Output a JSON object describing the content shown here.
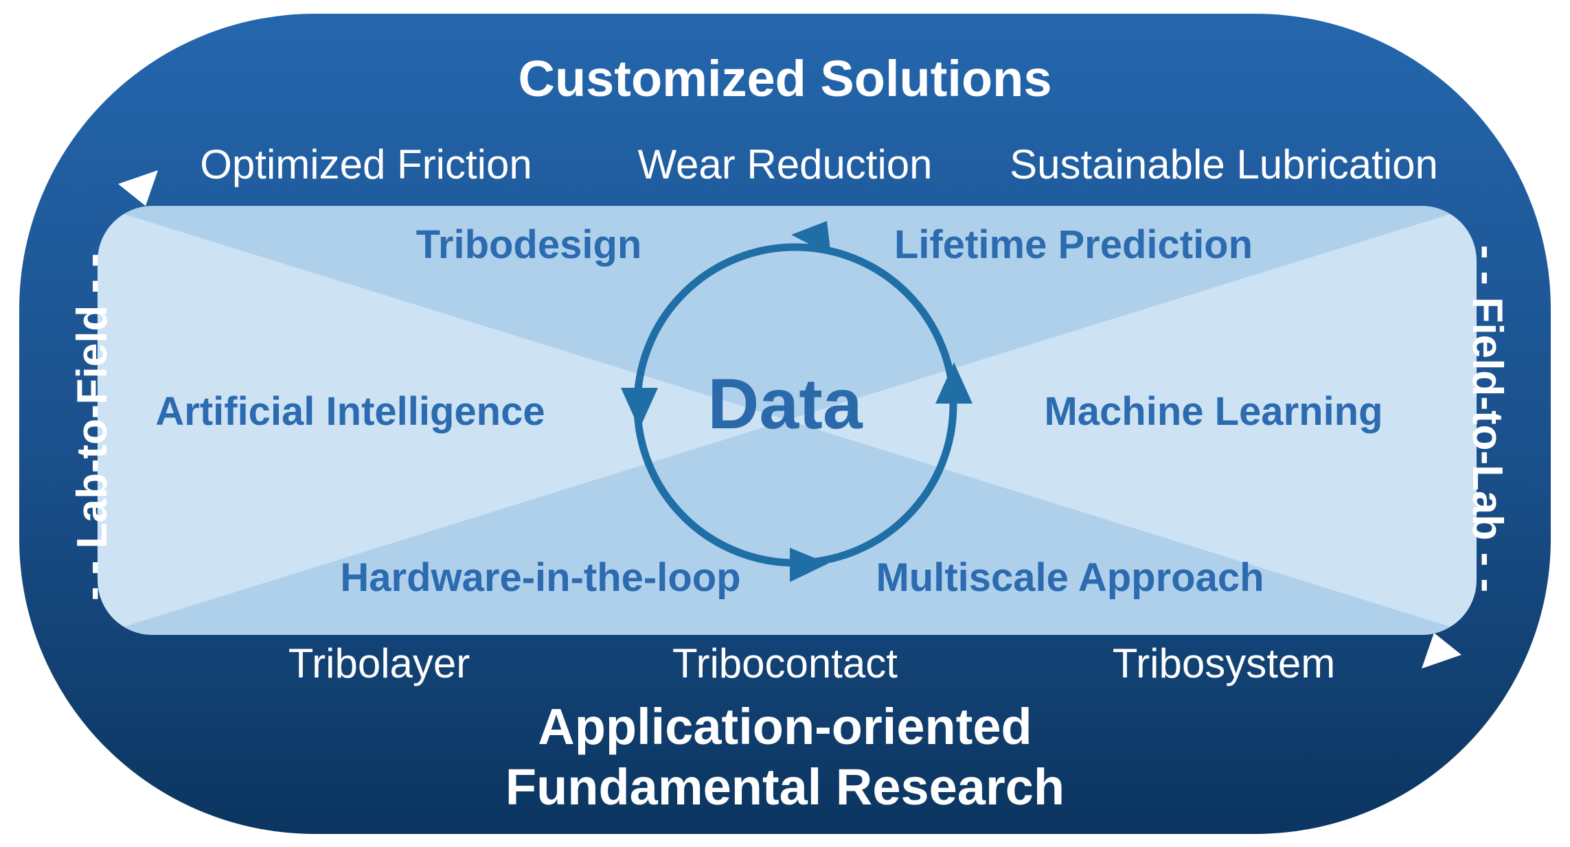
{
  "title": "Customized Solutions",
  "outcomes": [
    "Optimized Friction",
    "Wear Reduction",
    "Sustainable Lubrication"
  ],
  "methods": {
    "top_left": "Tribodesign",
    "top_right": "Lifetime Prediction",
    "left": "Artificial Intelligence",
    "right": "Machine Learning",
    "bottom_left": "Hardware-in-the-loop",
    "bottom_right": "Multiscale Approach"
  },
  "center": "Data",
  "scales": [
    "Tribolayer",
    "Tribocontact",
    "Tribosystem"
  ],
  "bottom_title": {
    "line1": "Application-oriented",
    "line2": "Fundamental Research"
  },
  "side_labels": {
    "left": "- - Lab-to-Field - -",
    "right": "- - Field-to-Lab - -"
  },
  "colors": {
    "outer_top": "#2466ad",
    "outer_bottom": "#0b3560",
    "inner_fill": "#cde3f4",
    "inner_triangles": "#afd0eb",
    "cycle_stroke": "#1f6ea6",
    "label_text": "#2c6bb0"
  }
}
